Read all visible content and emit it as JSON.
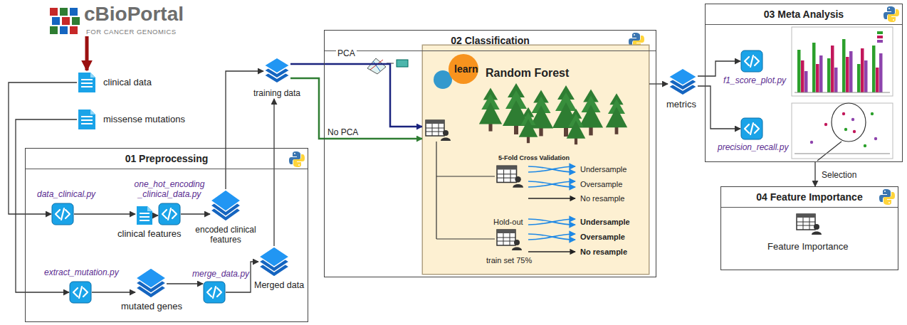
{
  "diagram": {
    "nodes": [
      {
        "text": [
          "cBioPortal",
          "FOR CANCER GENOMICS"
        ]
      },
      {
        "text": [
          "clinical data"
        ]
      },
      {
        "text": [
          "missense mutations"
        ]
      },
      {
        "text": [
          "01 Preprocessing"
        ]
      },
      {
        "text": [
          "data_clinical.py"
        ],
        "in": 3
      },
      {
        "text": [
          "clinical features"
        ],
        "in": 3
      },
      {
        "text": [
          "one_hot_encoding _clinical_data.py"
        ],
        "in": 3
      },
      {
        "text": [
          "encoded clinical features"
        ],
        "in": 3
      },
      {
        "text": [
          "extract_mutation.py"
        ],
        "in": 3
      },
      {
        "text": [
          "mutated genes"
        ],
        "in": 3
      },
      {
        "text": [
          "merge_data.py"
        ],
        "in": 3
      },
      {
        "text": [
          "Merged data"
        ],
        "in": 3
      },
      {
        "text": [
          "training data"
        ]
      },
      {
        "text": [
          "02 Classification"
        ]
      },
      {
        "text": [
          "Random Forest"
        ],
        "in": 13
      },
      {
        "text": [
          "metrics"
        ]
      },
      {
        "text": [
          "03 Meta Analysis"
        ]
      },
      {
        "text": [
          "f1_score_plot.py"
        ],
        "in": 16
      },
      {
        "text": [
          "precision_recall.py"
        ],
        "in": 16
      },
      {
        "text": [
          "04 Feature Importance",
          "Feature Importance"
        ]
      }
    ],
    "edges": [
      {
        "from": 0,
        "to": 1,
        "arrow": "to"
      },
      {
        "from": 1,
        "to": 4,
        "arrow": "to"
      },
      {
        "from": 2,
        "to": 8,
        "arrow": "to"
      },
      {
        "from": 4,
        "to": 5,
        "arrow": "to"
      },
      {
        "from": 5,
        "to": 6,
        "arrow": "to"
      },
      {
        "from": 6,
        "to": 7,
        "arrow": "to"
      },
      {
        "from": 8,
        "to": 9,
        "arrow": "to"
      },
      {
        "from": 9,
        "to": 10,
        "arrow": "to"
      },
      {
        "from": 10,
        "to": 11,
        "arrow": "to"
      },
      {
        "from": 7,
        "to": 12,
        "arrow": "to"
      },
      {
        "from": 11,
        "to": 12,
        "arrow": "to"
      },
      {
        "from": 12,
        "to": 14,
        "label": "PCA",
        "arrow": "to"
      },
      {
        "from": 12,
        "to": 14,
        "label": "No PCA",
        "arrow": "to"
      },
      {
        "from": 14,
        "to": 15,
        "arrow": "to"
      },
      {
        "from": 15,
        "to": 17,
        "arrow": "to"
      },
      {
        "from": 15,
        "to": 18,
        "arrow": "to"
      },
      {
        "from": 16,
        "to": 19,
        "label": "Selection",
        "arrow": "to"
      }
    ],
    "labels": [
      "learn",
      "5-Fold Cross Validation",
      "Undersample",
      "Oversample",
      "No resample",
      "Hold-out",
      "Undersample",
      "Oversample",
      "No resample",
      "train set 75%"
    ]
  }
}
